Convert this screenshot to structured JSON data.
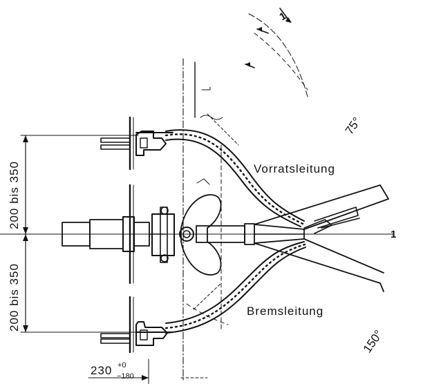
{
  "labels": {
    "supply_line": "Vorratsleitung",
    "brake_line": "Bremsleitung",
    "angle_top": "75°",
    "angle_bottom": "150°",
    "dim_upper": "200 bis 350",
    "dim_lower": "200 bis 350",
    "dim_horizontal_main": "230",
    "dim_horizontal_sup": "+0",
    "dim_horizontal_sub": "−180",
    "marker_axis": "1",
    "marker_top": "1"
  },
  "colors": {
    "ink": "#111111",
    "background": "#ffffff"
  }
}
